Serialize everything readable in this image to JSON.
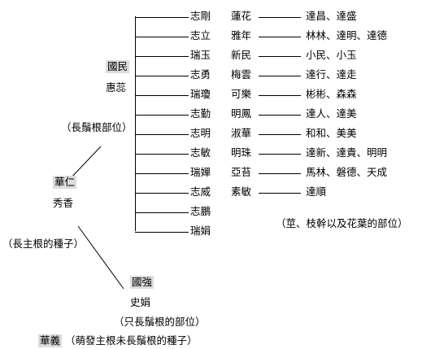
{
  "roots": {
    "gen1": {
      "name_box": "華仁",
      "name_sub": "秀香",
      "note": "（長主根的種子）"
    },
    "guomin": {
      "name_box": "國民",
      "name_sub": "惠蕊",
      "note": "（長鬚根部位）"
    },
    "guoqiang": {
      "name_box": "國強",
      "name_sub": "史娟",
      "note": "（只長鬚根的部位）"
    },
    "huayi": {
      "name_box": "華義",
      "note": "（萌發主根未長鬚根的種子）"
    }
  },
  "children": [
    {
      "name": "志剛",
      "spouse": "蓮花",
      "kids": "達昌、達盛"
    },
    {
      "name": "志立",
      "spouse": "雅年",
      "kids": "林林、達明、達德"
    },
    {
      "name": "瑞玉",
      "spouse": "新民",
      "kids": "小民、小玉"
    },
    {
      "name": "志勇",
      "spouse": "梅雲",
      "kids": "達行、達走"
    },
    {
      "name": "瑞瓊",
      "spouse": "可樂",
      "kids": "彬彬、森森"
    },
    {
      "name": "志勤",
      "spouse": "明鳳",
      "kids": "達人、達美"
    },
    {
      "name": "志明",
      "spouse": "淑華",
      "kids": "和和、美美"
    },
    {
      "name": "志敏",
      "spouse": "明珠",
      "kids": "達新、達貴、明明"
    },
    {
      "name": "瑞嬋",
      "spouse": "亞苔",
      "kids": "馬林、磐德、天成"
    },
    {
      "name": "志威",
      "spouse": "素敏",
      "kids": "達順"
    },
    {
      "name": "志鵬",
      "spouse": "",
      "kids": ""
    },
    {
      "name": "瑞娟",
      "spouse": "",
      "kids": ""
    }
  ],
  "children_note": "（莖、枝幹以及花葉的部位）"
}
